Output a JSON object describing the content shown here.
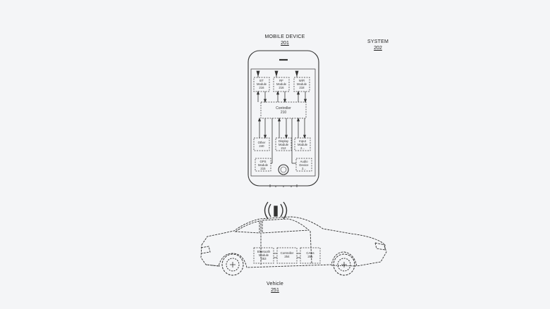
{
  "mobile_device": {
    "title": "MOBILE DEVICE",
    "ref": "201"
  },
  "system": {
    "title": "SYSTEM",
    "ref": "202"
  },
  "phone": {
    "modules_top": [
      {
        "name": "BT",
        "sub": "Module",
        "ref": "216"
      },
      {
        "name": "RF",
        "sub": "Module",
        "ref": "216"
      },
      {
        "name": "WiFi",
        "sub": "Module",
        "ref": "218"
      }
    ],
    "controller": {
      "name": "Controller",
      "ref": "210"
    },
    "modules_mid": [
      {
        "name": "Other",
        "ref": "240"
      },
      {
        "name": "Display",
        "sub": "Module",
        "ref": "212"
      },
      {
        "name": "Input",
        "sub": "Module",
        "ref": "2..."
      }
    ],
    "modules_low": [
      {
        "name": "GPS",
        "sub": "Module",
        "ref": "215"
      },
      {
        "name": "Audio",
        "sub": "Device",
        "ref": "2..."
      }
    ]
  },
  "vehicle": {
    "label": "Vehicle",
    "ref": "251",
    "modules": [
      {
        "name": "Bluetooth",
        "sub": "Module",
        "ref": "253"
      },
      {
        "name": "Controller",
        "ref": "254"
      },
      {
        "name": "CANs",
        "ref": "255"
      }
    ]
  }
}
